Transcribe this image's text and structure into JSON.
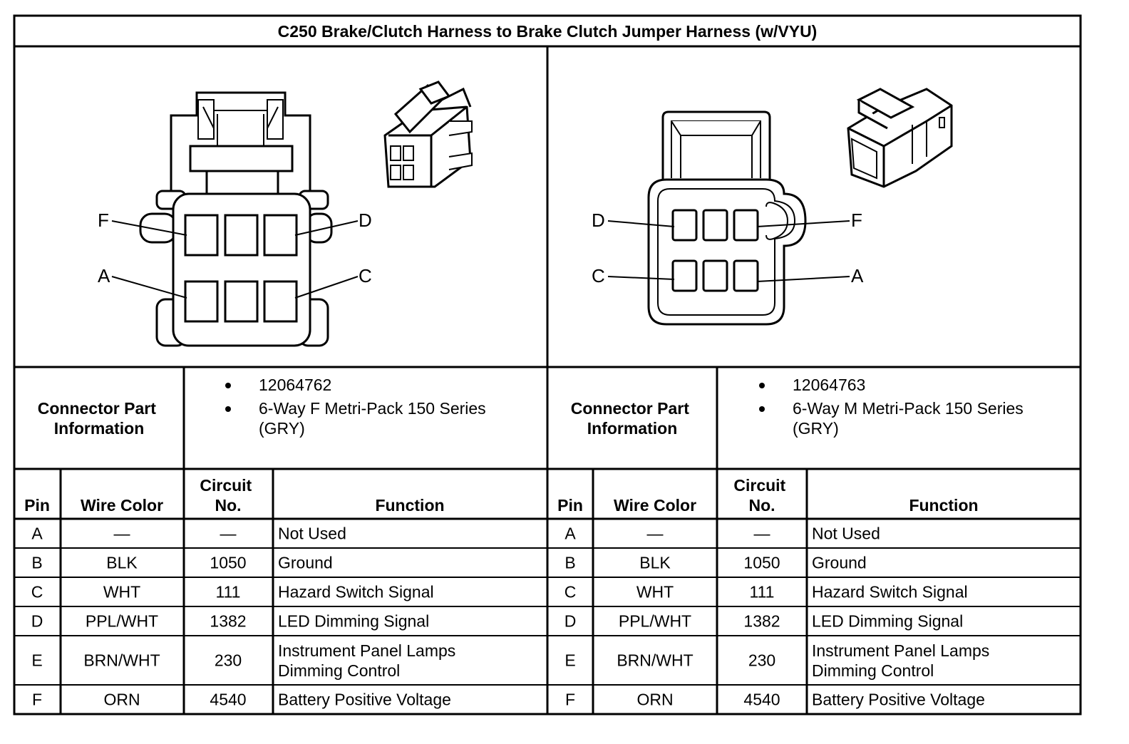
{
  "title": "C250 Brake/Clutch Harness to Brake Clutch Jumper Harness (w/VYU)",
  "left": {
    "connector_info_label": [
      "Connector Part",
      "Information"
    ],
    "bullet_lines": [
      [
        "12064762"
      ],
      [
        "6-Way F Metri-Pack 150 Series",
        "(GRY)"
      ]
    ],
    "pin_callouts": {
      "top_left": "F",
      "top_right": "D",
      "bottom_left": "A",
      "bottom_right": "C"
    }
  },
  "right": {
    "connector_info_label": [
      "Connector Part",
      "Information"
    ],
    "bullet_lines": [
      [
        "12064763"
      ],
      [
        "6-Way M Metri-Pack 150 Series",
        "(GRY)"
      ]
    ],
    "pin_callouts": {
      "top_left": "D",
      "top_right": "F",
      "bottom_left": "C",
      "bottom_right": "A"
    }
  },
  "headers": {
    "pin": "Pin",
    "wire_color": "Wire Color",
    "circuit": [
      "Circuit",
      "No."
    ],
    "function": "Function"
  },
  "rows": [
    {
      "pin": "A",
      "color": "—",
      "circuit": "—",
      "function": [
        "Not Used"
      ]
    },
    {
      "pin": "B",
      "color": "BLK",
      "circuit": "1050",
      "function": [
        "Ground"
      ]
    },
    {
      "pin": "C",
      "color": "WHT",
      "circuit": "111",
      "function": [
        "Hazard Switch Signal"
      ]
    },
    {
      "pin": "D",
      "color": "PPL/WHT",
      "circuit": "1382",
      "function": [
        "LED Dimming Signal"
      ]
    },
    {
      "pin": "E",
      "color": "BRN/WHT",
      "circuit": "230",
      "function": [
        "Instrument Panel Lamps",
        "Dimming Control"
      ]
    },
    {
      "pin": "F",
      "color": "ORN",
      "circuit": "4540",
      "function": [
        "Battery Positive Voltage"
      ]
    }
  ]
}
